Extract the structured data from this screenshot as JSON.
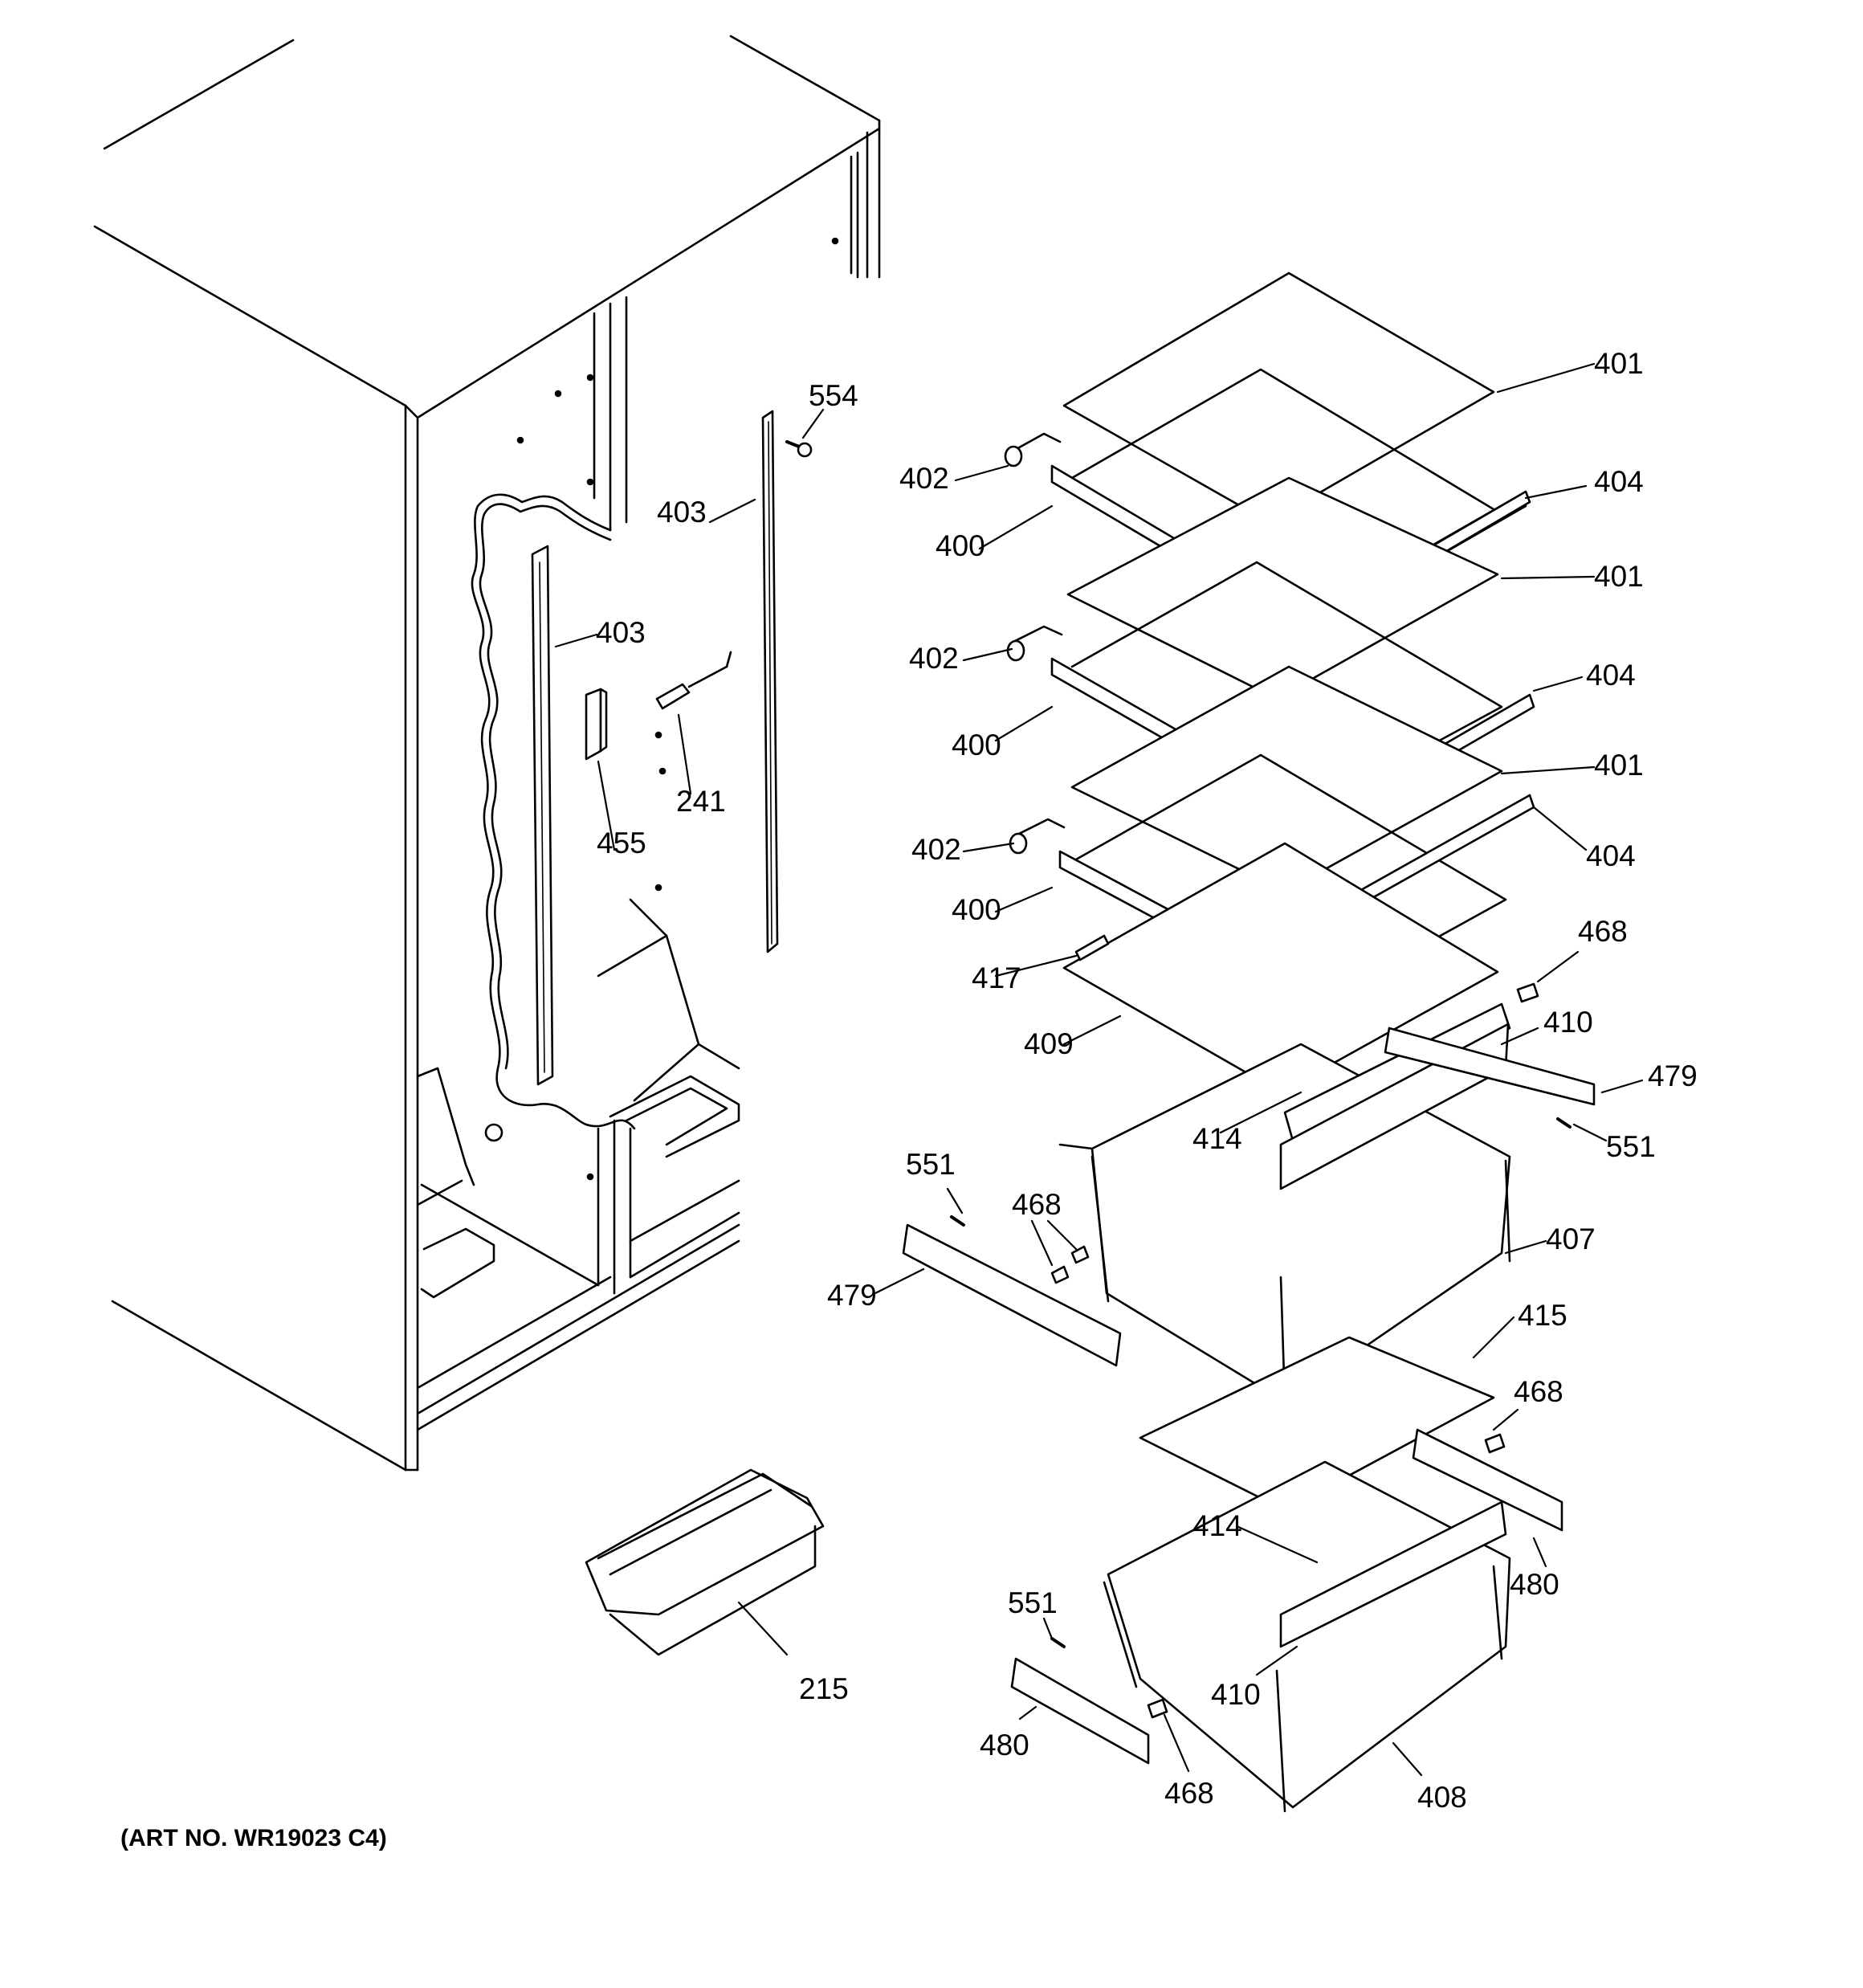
{
  "art_number": "(ART NO. WR19023 C4)",
  "callouts": [
    {
      "id": "c554",
      "label": "554"
    },
    {
      "id": "c403a",
      "label": "403"
    },
    {
      "id": "c403b",
      "label": "403"
    },
    {
      "id": "c241",
      "label": "241"
    },
    {
      "id": "c455",
      "label": "455"
    },
    {
      "id": "c401a",
      "label": "401"
    },
    {
      "id": "c402a",
      "label": "402"
    },
    {
      "id": "c404a",
      "label": "404"
    },
    {
      "id": "c400a",
      "label": "400"
    },
    {
      "id": "c401b",
      "label": "401"
    },
    {
      "id": "c402b",
      "label": "402"
    },
    {
      "id": "c404b",
      "label": "404"
    },
    {
      "id": "c400b",
      "label": "400"
    },
    {
      "id": "c401c",
      "label": "401"
    },
    {
      "id": "c402c",
      "label": "402"
    },
    {
      "id": "c404c",
      "label": "404"
    },
    {
      "id": "c400c",
      "label": "400"
    },
    {
      "id": "c468a",
      "label": "468"
    },
    {
      "id": "c417",
      "label": "417"
    },
    {
      "id": "c410a",
      "label": "410"
    },
    {
      "id": "c409",
      "label": "409"
    },
    {
      "id": "c479a",
      "label": "479"
    },
    {
      "id": "c414a",
      "label": "414"
    },
    {
      "id": "c551a",
      "label": "551"
    },
    {
      "id": "c551b",
      "label": "551"
    },
    {
      "id": "c468b",
      "label": "468"
    },
    {
      "id": "c407",
      "label": "407"
    },
    {
      "id": "c479b",
      "label": "479"
    },
    {
      "id": "c415",
      "label": "415"
    },
    {
      "id": "c468c",
      "label": "468"
    },
    {
      "id": "c414b",
      "label": "414"
    },
    {
      "id": "c480a",
      "label": "480"
    },
    {
      "id": "c551c",
      "label": "551"
    },
    {
      "id": "c410b",
      "label": "410"
    },
    {
      "id": "c215",
      "label": "215"
    },
    {
      "id": "c480b",
      "label": "480"
    },
    {
      "id": "c468d",
      "label": "468"
    },
    {
      "id": "c408",
      "label": "408"
    }
  ]
}
